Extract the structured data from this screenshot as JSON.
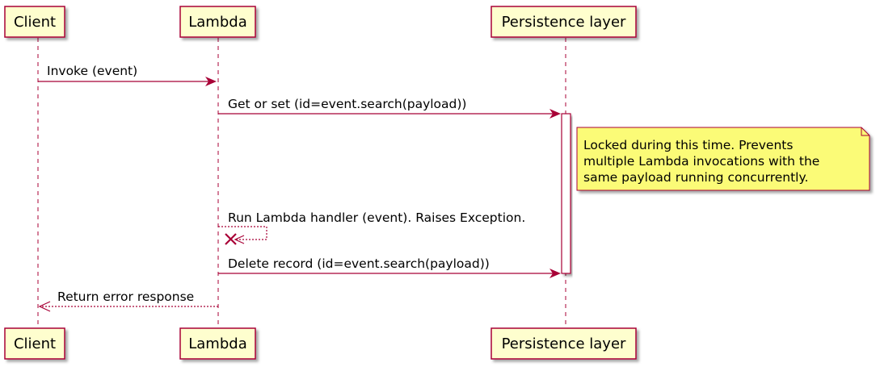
{
  "diagram": {
    "participants": [
      "Client",
      "Lambda",
      "Persistence layer"
    ],
    "messages": [
      {
        "label": "Invoke (event)",
        "style": "solid"
      },
      {
        "label": "Get or set (id=event.search(payload))",
        "style": "solid"
      },
      {
        "label": "Run Lambda handler (event). Raises Exception.",
        "style": "dashed",
        "self": true,
        "destroy": true
      },
      {
        "label": "Delete record (id=event.search(payload))",
        "style": "solid"
      },
      {
        "label": "Return error response",
        "style": "dashed"
      }
    ],
    "note": {
      "lines": [
        "Locked during this time. Prevents",
        "multiple Lambda invocations with the",
        "same payload running concurrently."
      ]
    }
  },
  "colors": {
    "participant_fill": "#FEFECE",
    "border": "#A80036",
    "note_fill": "#FBFB77",
    "activation_fill": "#FFFFFF"
  }
}
